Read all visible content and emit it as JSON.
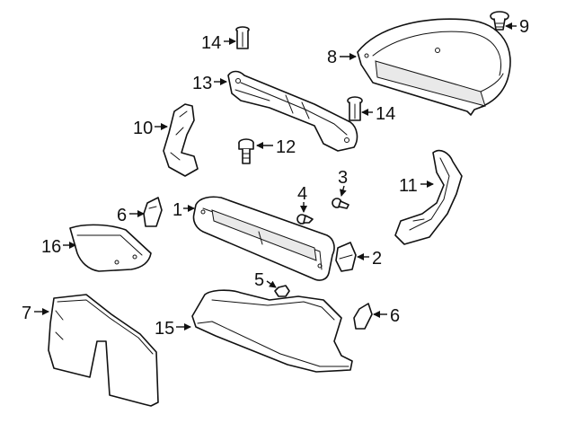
{
  "colors": {
    "line": "#111111",
    "background": "#ffffff",
    "shade": "#e9e9e9"
  },
  "callouts": [
    {
      "id": "c1",
      "label": "1"
    },
    {
      "id": "c2",
      "label": "2"
    },
    {
      "id": "c3",
      "label": "3"
    },
    {
      "id": "c4",
      "label": "4"
    },
    {
      "id": "c5",
      "label": "5"
    },
    {
      "id": "c6a",
      "label": "6"
    },
    {
      "id": "c6b",
      "label": "6"
    },
    {
      "id": "c7",
      "label": "7"
    },
    {
      "id": "c8",
      "label": "8"
    },
    {
      "id": "c9",
      "label": "9"
    },
    {
      "id": "c10",
      "label": "10"
    },
    {
      "id": "c11",
      "label": "11"
    },
    {
      "id": "c12",
      "label": "12"
    },
    {
      "id": "c13",
      "label": "13"
    },
    {
      "id": "c14a",
      "label": "14"
    },
    {
      "id": "c14b",
      "label": "14"
    },
    {
      "id": "c15",
      "label": "15"
    },
    {
      "id": "c16",
      "label": "16"
    }
  ]
}
